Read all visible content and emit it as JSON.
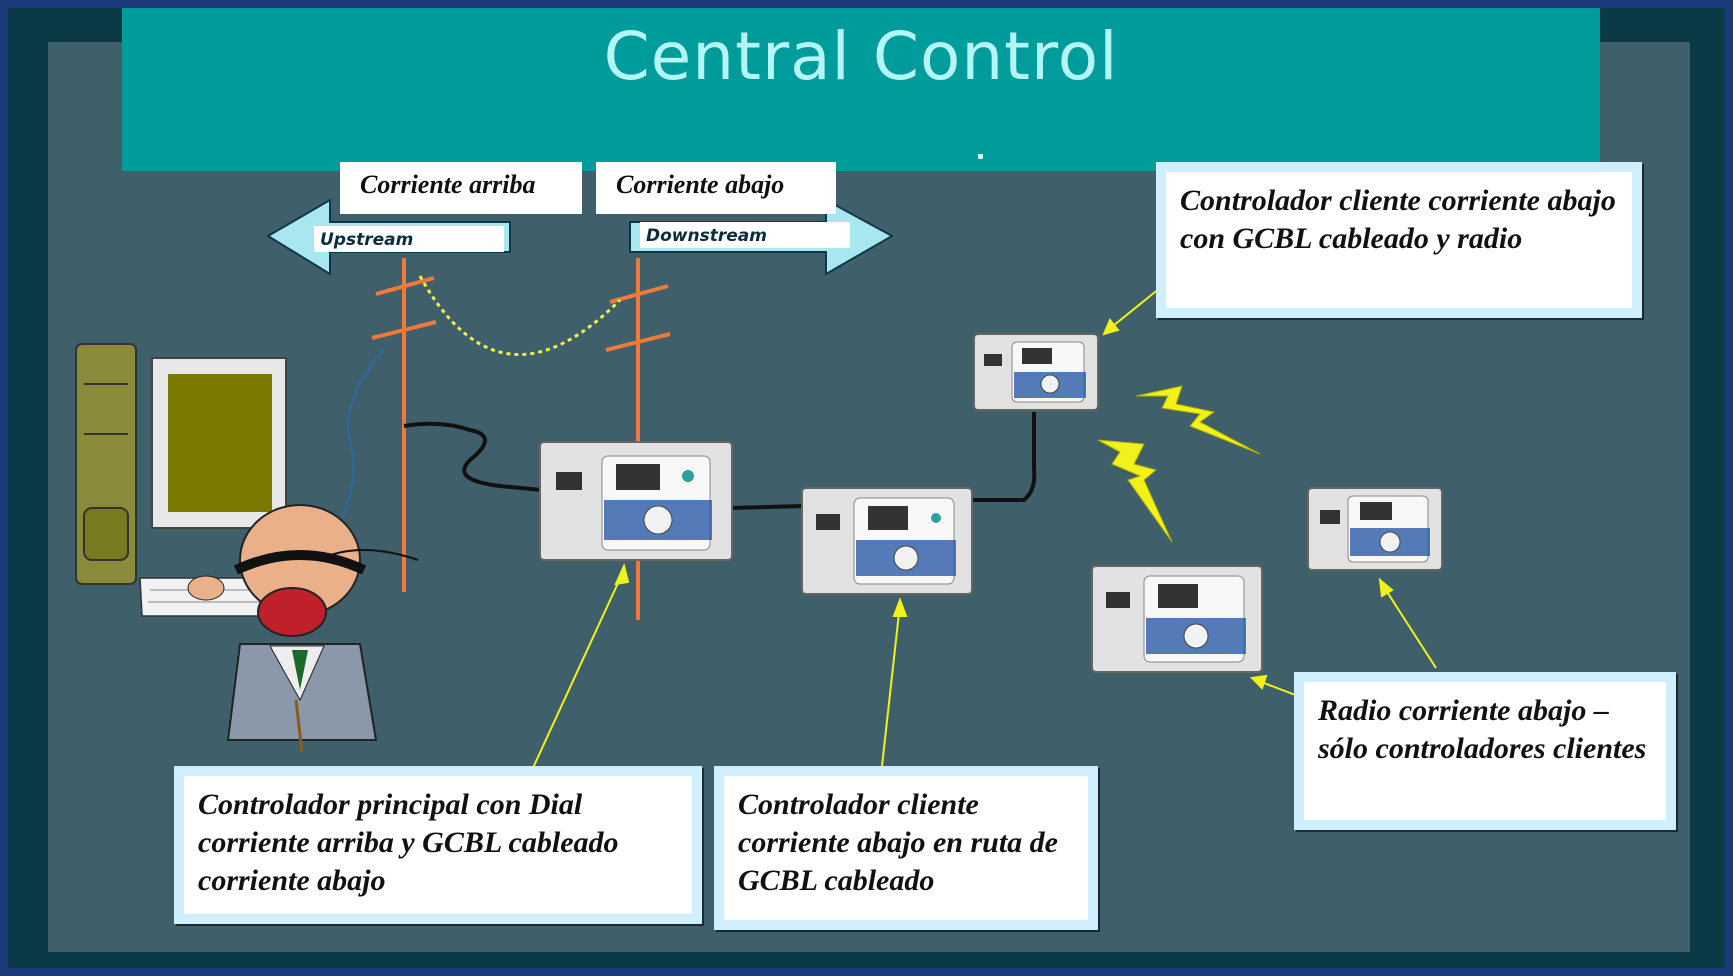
{
  "title": "Central Control",
  "labels": {
    "upstream_es": "Corriente arriba",
    "downstream_es": "Corriente abajo",
    "upstream_en": "Upstream",
    "downstream_en": "Downstream"
  },
  "callouts": {
    "main": "Controlador principal con Dial corriente arriba y GCBL cableado corriente abajo",
    "client_wired": "Controlador cliente corriente abajo en ruta de GCBL cableado",
    "client_wired_radio": "Controlador cliente corriente abajo con GCBL cableado y radio",
    "radio_only": "Radio corriente abajo – sólo controladores clientes"
  },
  "colors": {
    "title_bar": "#009b9b",
    "panel": "#3f5f6b",
    "arrow": "#a8e6f0",
    "pole": "#f07a3a",
    "lightning": "#f2f21a",
    "pointer": "#f2f21a"
  }
}
